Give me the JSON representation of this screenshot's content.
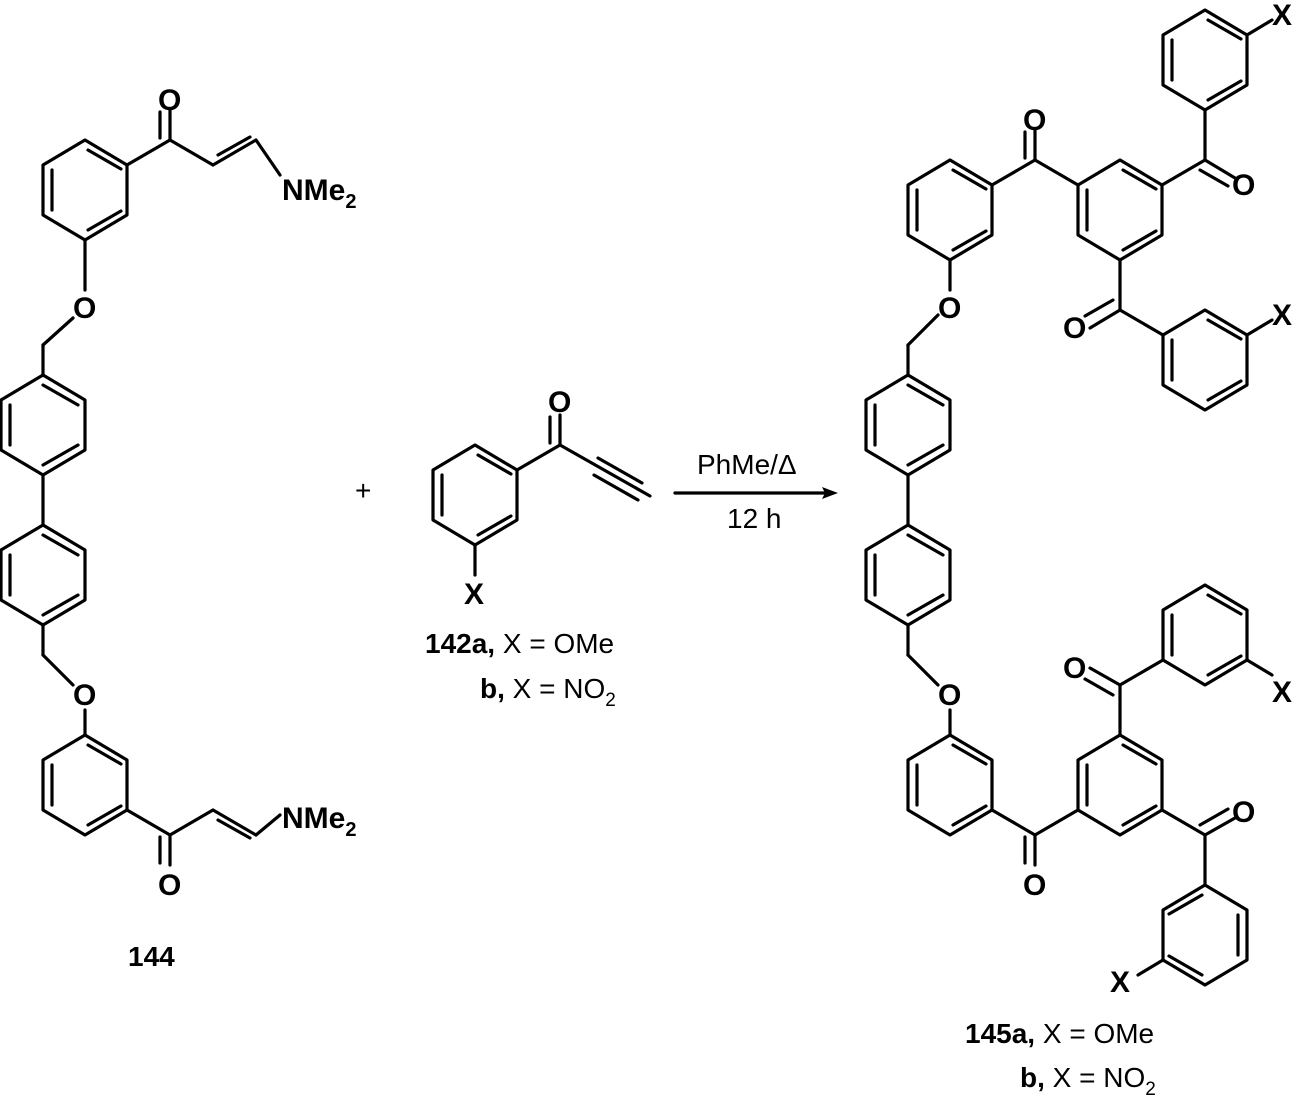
{
  "atoms": {
    "oxygen": "O",
    "nitrogen_group": "NMe",
    "subscript_2": "2",
    "substituent": "X"
  },
  "reagent_plus": "+",
  "compound_144": {
    "number": "144"
  },
  "compound_142": {
    "line1_bold": "142a,",
    "line1_text": " X = OMe",
    "line2_bold": "b,",
    "line2_text": " X = NO",
    "line2_sub": "2"
  },
  "conditions": {
    "top": "PhMe/Δ",
    "bottom": "12 h"
  },
  "compound_145": {
    "line1_bold": "145a,",
    "line1_text": " X = OMe",
    "line2_bold": "b,",
    "line2_text": " X = NO",
    "line2_sub": "2"
  }
}
